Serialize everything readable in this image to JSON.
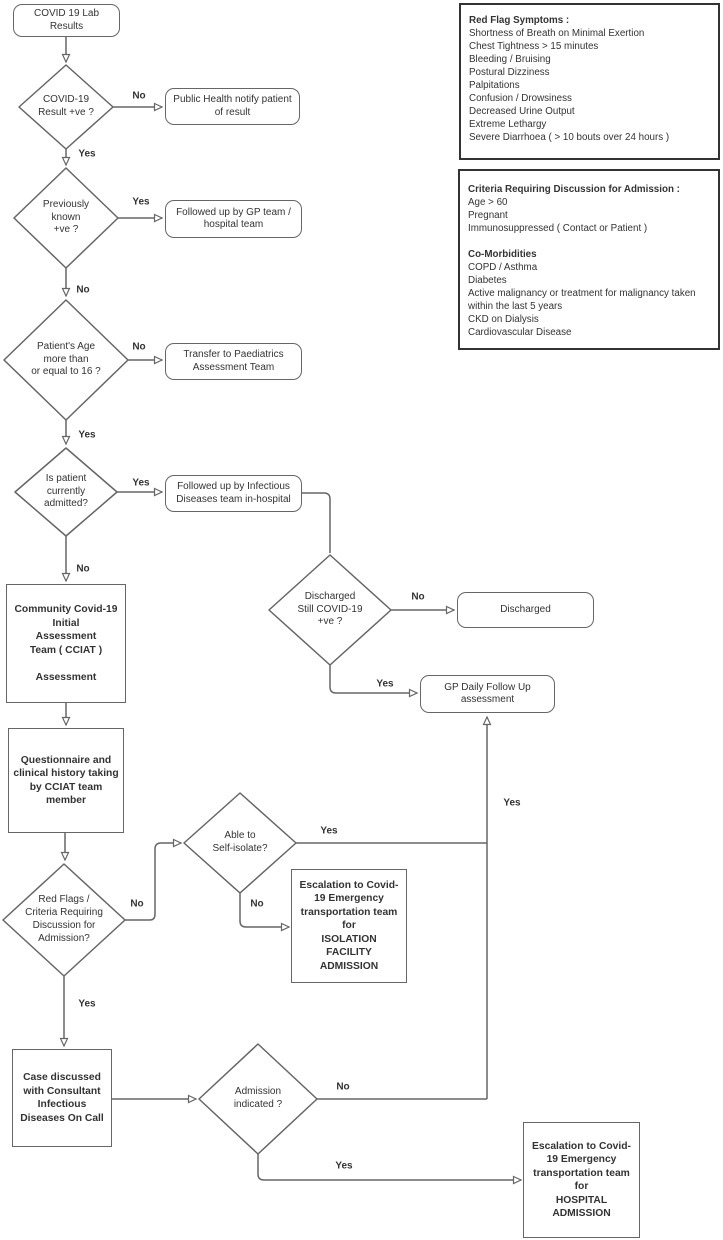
{
  "colors": {
    "background": "#ffffff",
    "shape_border": "#666666",
    "connector": "#666666",
    "text": "#333333",
    "panel_border": "#333333"
  },
  "panels": {
    "red_flags": {
      "title": "Red Flag Symptoms :",
      "items": [
        "Shortness of Breath on Minimal Exertion",
        "Chest Tightness > 15 minutes",
        "Bleeding / Bruising",
        "Postural Dizziness",
        "Palpitations",
        "Confusion / Drowsiness",
        "Decreased Urine Output",
        "Extreme Lethargy",
        "Severe Diarrhoea ( > 10 bouts over 24 hours )"
      ]
    },
    "admission_criteria": {
      "title": "Criteria Requiring Discussion for Admission :",
      "items": [
        "Age > 60",
        "Pregnant",
        "Immunosuppressed ( Contact or Patient )"
      ],
      "subtitle": "Co-Morbidities",
      "comorbidities": [
        "COPD / Asthma",
        "Diabetes",
        "Active malignancy or treatment for malignancy taken within the last 5 years",
        "CKD on Dialysis",
        "Cardiovascular Disease"
      ]
    }
  },
  "nodes": {
    "start": {
      "lines": [
        "COVID 19 Lab",
        "Results"
      ]
    },
    "d_result": {
      "lines": [
        "COVID-19",
        "Result +ve ?"
      ]
    },
    "public_health": {
      "lines": [
        "Public Health notify patient",
        "of result"
      ]
    },
    "d_known": {
      "lines": [
        "Previously",
        "known",
        "+ve ?"
      ]
    },
    "gp_team": {
      "lines": [
        "Followed up by GP team /",
        "hospital team"
      ]
    },
    "d_age": {
      "lines": [
        "Patient's Age",
        "more than",
        "or equal to 16 ?"
      ]
    },
    "paediatrics": {
      "lines": [
        "Transfer to Paediatrics",
        "Assessment Team"
      ]
    },
    "d_admitted": {
      "lines": [
        "Is patient",
        "currently",
        "admitted?"
      ]
    },
    "infectious": {
      "lines": [
        "Followed up by Infectious",
        "Diseases team in-hospital"
      ]
    },
    "d_discharged": {
      "lines": [
        "Discharged",
        "Still COVID-19",
        "+ve ?"
      ]
    },
    "discharged": {
      "lines": [
        "Discharged"
      ]
    },
    "gp_daily": {
      "lines": [
        "GP Daily Follow Up",
        "assessment"
      ]
    },
    "cciat": {
      "lines": [
        "Community Covid-19",
        "Initial",
        "Assessment",
        "Team ( CCIAT )",
        "",
        "Assessment"
      ]
    },
    "questionnaire": {
      "lines": [
        "Questionnaire and",
        "clinical history taking",
        "by CCIAT team",
        "member"
      ]
    },
    "d_redflags": {
      "lines": [
        "Red Flags /",
        "Criteria Requiring",
        "Discussion for",
        "Admission?"
      ]
    },
    "d_isolate": {
      "lines": [
        "Able to",
        "Self-isolate?"
      ]
    },
    "esc_isolation": {
      "lines": [
        "Escalation to Covid-",
        "19 Emergency",
        "transportation team",
        "for",
        "ISOLATION",
        "FACILITY",
        "ADMISSION"
      ]
    },
    "case_discussed": {
      "lines": [
        "Case discussed",
        "with Consultant",
        "Infectious",
        "Diseases On Call"
      ]
    },
    "d_admission": {
      "lines": [
        "Admission",
        "indicated ?"
      ]
    },
    "esc_hospital": {
      "lines": [
        "Escalation to Covid-",
        "19 Emergency",
        "transportation team",
        "for",
        "HOSPITAL",
        "ADMISSION"
      ]
    }
  },
  "edge_labels": {
    "result_no": "No",
    "result_yes": "Yes",
    "known_yes": "Yes",
    "known_no": "No",
    "age_no": "No",
    "age_yes": "Yes",
    "admitted_yes": "Yes",
    "admitted_no": "No",
    "discharged_no": "No",
    "discharged_yes": "Yes",
    "redflags_no": "No",
    "redflags_yes": "Yes",
    "isolate_yes": "Yes",
    "isolate_no": "No",
    "merge_yes": "Yes",
    "admission_no": "No",
    "admission_yes": "Yes"
  }
}
